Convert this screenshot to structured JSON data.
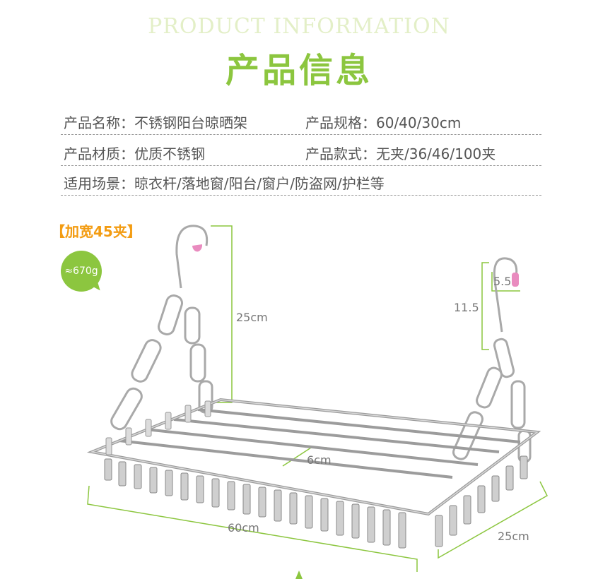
{
  "header": {
    "en_title": "PRODUCT INFORMATION",
    "cn_title": "产品信息"
  },
  "specs": {
    "row1_left": "产品名称：不锈钢阳台晾晒架",
    "row1_right": "产品规格：60/40/30cm",
    "row2_left": "产品材质：优质不锈钢",
    "row2_right": "产品款式：无夹/36/46/100夹",
    "row3": "适用场景：晾衣杆/落地窗/阳台/窗户/防盗网/护栏等"
  },
  "product": {
    "badge": "【加宽45夹】",
    "weight": "≈670g"
  },
  "dimensions": {
    "hanger_height": "25cm",
    "hook_height": "11.5",
    "hook_width": "5.5",
    "bar_spacing": "6cm",
    "length": "60cm",
    "width": "25cm"
  },
  "colors": {
    "accent_green": "#8cc63f",
    "badge_orange": "#f39c12",
    "hook_tip_pink": "#e98bbf"
  }
}
